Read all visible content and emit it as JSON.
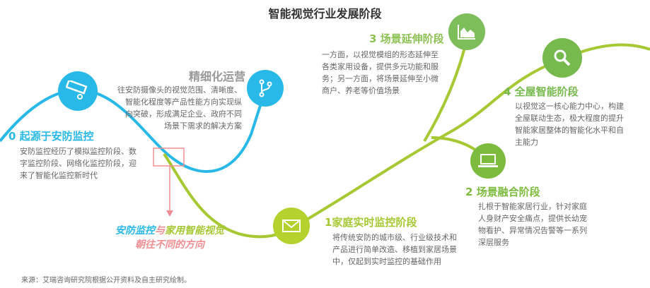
{
  "title": "智能视觉行业发展阶段",
  "colors": {
    "blue": "#29b9e8",
    "green": "#a6c832",
    "pink": "#f08f93"
  },
  "stages": [
    {
      "heading": "0 起源于安防监控",
      "lines": [
        "安防监控经历了模拟监控阶段、数",
        "字监控阶段、网络化监控阶段，迎",
        "来了智能化监控新时代"
      ],
      "icon": "camera-icon"
    },
    {
      "heading": "精细化运营",
      "lines": [
        "往安防摄像头的视觉范围、清晰度、",
        "智能化程度等产品性能方向实现纵",
        "向突破，形成满足企业、政府不同",
        "场景下需求的解决方案"
      ],
      "icon": "branch-icon"
    },
    {
      "heading": "1家庭实时监控阶段",
      "lines": [
        "将传统安防的城市级、行业级技术和",
        "产品进行简单改造、移植到家居场景",
        "中，仅起到实时监控的基础作用"
      ],
      "icon": "envelope-icon"
    },
    {
      "heading": "2 场景融合阶段",
      "lines": [
        "扎根于智能家居行业，针对家庭",
        "人身财产安全痛点，提供长幼宠",
        "物看护、异常情况告警等一系列",
        "深层服务"
      ],
      "icon": "laptop-icon"
    },
    {
      "heading": "3 场景延伸阶段",
      "lines": [
        "一方面，以视觉模组的形态延伸至",
        "各类家用设备，提供多元功能和服",
        "务；另一方面，将场景延伸至小微",
        "商户、养老等价值场景"
      ],
      "icon": "chart-icon"
    },
    {
      "heading": "4 全屋智能阶段",
      "lines": [
        "以视觉这一核心能力中心，构建",
        "全屋联动生态，极大程度的提升",
        "智能家居整体的智能化水平和自",
        "主能力"
      ],
      "icon": "search-icon"
    }
  ],
  "slogan": {
    "part1": "安防监控",
    "part2": "与",
    "part3": "家用智能视觉",
    "line2": "朝往不同的方向"
  },
  "source": "来源：艾瑞咨询研究院根据公开资料及自主研究绘制。"
}
